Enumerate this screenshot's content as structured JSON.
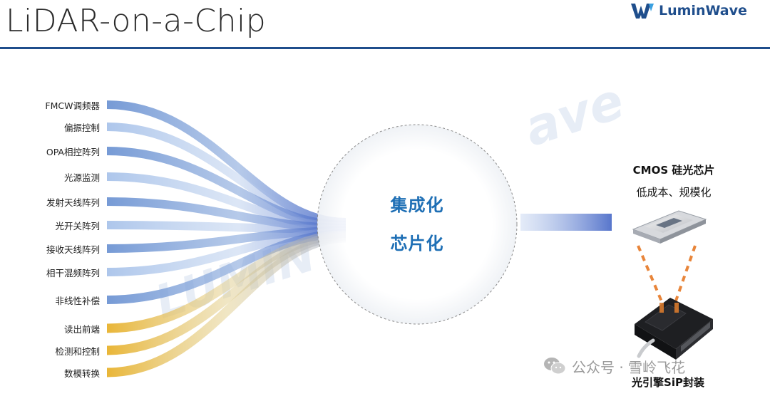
{
  "header": {
    "title": "LiDAR-on-a-Chip",
    "logo_text": "LuminWave",
    "accent_color": "#1f4e8c"
  },
  "left_items": [
    {
      "label": "FMCW调频器",
      "type": "blue"
    },
    {
      "label": "偏振控制",
      "type": "blue"
    },
    {
      "label": "OPA相控阵列",
      "type": "blue"
    },
    {
      "label": "光源监测",
      "type": "blue"
    },
    {
      "label": "发射天线阵列",
      "type": "blue"
    },
    {
      "label": "光开关阵列",
      "type": "blue"
    },
    {
      "label": "接收天线阵列",
      "type": "blue"
    },
    {
      "label": "相干混频阵列",
      "type": "blue"
    },
    {
      "label": "非线性补偿",
      "type": "blue"
    },
    {
      "label": "读出前端",
      "type": "gold"
    },
    {
      "label": "检测和控制",
      "type": "gold"
    },
    {
      "label": "数模转换",
      "type": "gold"
    }
  ],
  "colors": {
    "blue": "#6f95d3",
    "gold": "#e8b22d",
    "circle_text": "#1e6fb5",
    "dashed_circle": "#8a8a8a",
    "laser": "#e8853a"
  },
  "center": {
    "line1": "集成化",
    "line2": "芯片化"
  },
  "right": {
    "chip_title": "CMOS 硅光芯片",
    "chip_subtitle": "低成本、规模化",
    "sip_label": "光引擎SiP封装",
    "chip_icon": "silicon-photonic-chip",
    "module_icon": "sip-module"
  },
  "watermark": {
    "text_1": "ave",
    "text_2": "LUMIN"
  },
  "footer": {
    "wechat_text": "公众号 · 雪岭飞花",
    "wechat_icon": "wechat-icon"
  }
}
